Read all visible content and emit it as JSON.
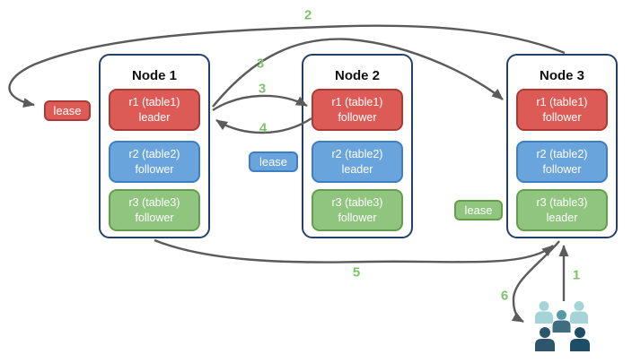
{
  "nodes": [
    {
      "title": "Node 1",
      "replicas": [
        {
          "name": "r1 (table1)",
          "role": "leader",
          "color": "#dc5b56"
        },
        {
          "name": "r2 (table2)",
          "role": "follower",
          "color": "#6aa4dc"
        },
        {
          "name": "r3 (table3)",
          "role": "follower",
          "color": "#8fc57e"
        }
      ]
    },
    {
      "title": "Node 2",
      "replicas": [
        {
          "name": "r1 (table1)",
          "role": "follower",
          "color": "#dc5b56"
        },
        {
          "name": "r2 (table2)",
          "role": "leader",
          "color": "#6aa4dc"
        },
        {
          "name": "r3 (table3)",
          "role": "follower",
          "color": "#8fc57e"
        }
      ]
    },
    {
      "title": "Node 3",
      "replicas": [
        {
          "name": "r1 (table1)",
          "role": "follower",
          "color": "#dc5b56"
        },
        {
          "name": "r2 (table2)",
          "role": "follower",
          "color": "#6aa4dc"
        },
        {
          "name": "r3 (table3)",
          "role": "leader",
          "color": "#8fc57e"
        }
      ]
    }
  ],
  "leases": [
    {
      "label": "lease",
      "color": "#dc5b56",
      "position": "left-of-node-1"
    },
    {
      "label": "lease",
      "color": "#6aa4dc",
      "position": "between-node-1-and-node-2"
    },
    {
      "label": "lease",
      "color": "#8fc57e",
      "position": "between-node-2-and-node-3"
    }
  ],
  "steps": [
    {
      "label": "1"
    },
    {
      "label": "2"
    },
    {
      "label": "3"
    },
    {
      "label": "3"
    },
    {
      "label": "4"
    },
    {
      "label": "5"
    },
    {
      "label": "6"
    }
  ],
  "icons": {
    "users": "users-group-icon"
  },
  "colors": {
    "replica_red": "#dc5b56",
    "replica_blue": "#6aa4dc",
    "replica_green": "#8fc57e",
    "node_border": "#23406b",
    "arrow_gray": "#5b5b5b",
    "step_label_green": "#7cc36a",
    "people_light_teal": "#a5d4d8",
    "people_mid_teal": "#569aa4",
    "people_dark_slate": "#2e566b"
  }
}
